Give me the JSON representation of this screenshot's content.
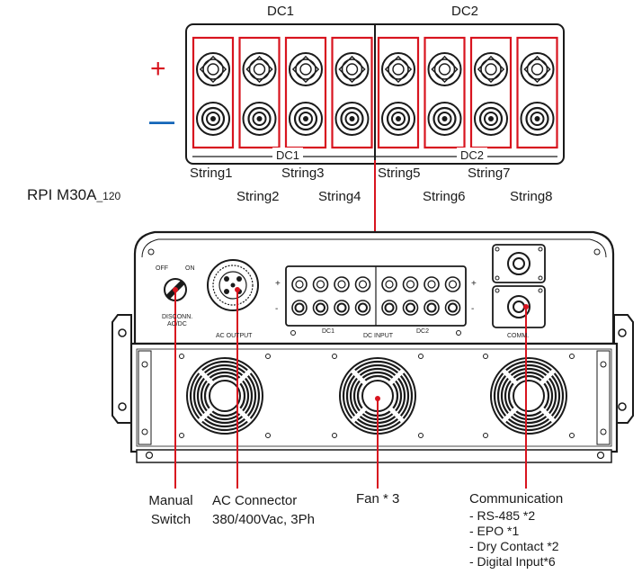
{
  "top_panel": {
    "group_left": "DC1",
    "group_right": "DC2",
    "plus_sign": "+",
    "minus_sign": "—",
    "inner_left": "DC1",
    "inner_right": "DC2",
    "strings": [
      "String1",
      "String2",
      "String3",
      "String4",
      "String5",
      "String6",
      "String7",
      "String8"
    ]
  },
  "model": {
    "name": "RPI M30A",
    "suffix": "_120"
  },
  "inverter": {
    "switch_off": "OFF",
    "switch_on": "ON",
    "switch_caption_1": "DISCONN.",
    "switch_caption_2": "AC/DC",
    "ac_output": "AC OUTPUT",
    "dc_input": "DC INPUT",
    "dc1": "DC1",
    "dc2": "DC2",
    "plus": "+",
    "minus": "-",
    "comm": "COMM."
  },
  "callouts": {
    "manual_line1": "Manual",
    "manual_line2": "Switch",
    "ac_line1": "AC Connector",
    "ac_line2": "380/400Vac, 3Ph",
    "fan": "Fan * 3",
    "comm_title": "Communication",
    "comm_items": [
      "- RS-485 *2",
      "- EPO *1",
      "- Dry Contact *2",
      "- Digital Input*6"
    ]
  },
  "colors": {
    "highlight": "#d8141f",
    "minus_blue": "#1466b8",
    "line": "#1a1a1a"
  }
}
